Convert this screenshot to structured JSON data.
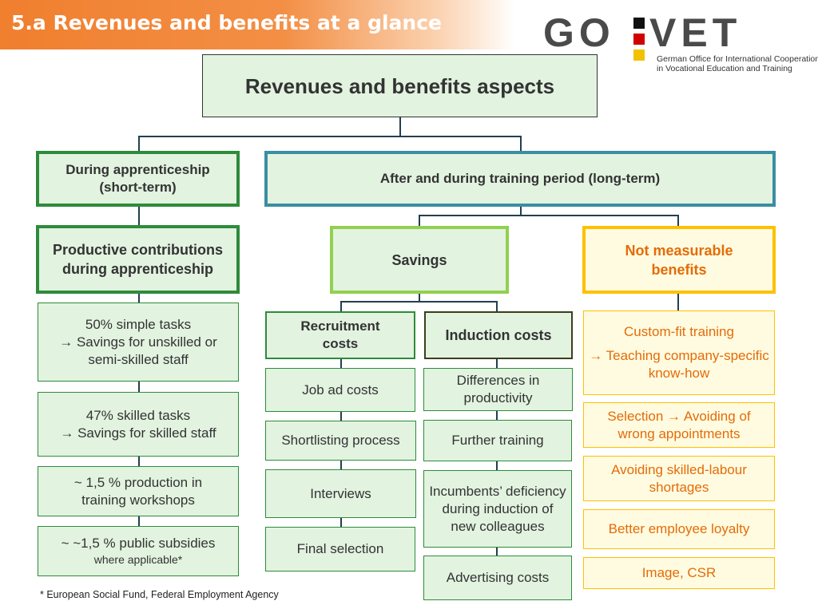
{
  "slide_title": "5.a  Revenues and benefits at a glance",
  "logo": {
    "text_left": "GO",
    "text_right": "VET",
    "org_line1": "German Office for International Cooperation",
    "org_line2": "in Vocational Education and Training"
  },
  "root": "Revenues and benefits aspects",
  "short_term": {
    "title": "During apprenticeship (short-term)",
    "sub_title": "Productive contributions during apprenticeship",
    "items": [
      {
        "line1": "50% simple tasks",
        "line2": "→ Savings for unskilled or semi-skilled staff"
      },
      {
        "line1": "47% skilled tasks",
        "line2": "→ Savings for skilled staff"
      },
      {
        "line1": "~ 1,5 % production in training workshops"
      },
      {
        "line1": "~ ~1,5 % public subsidies",
        "line2": "where applicable*"
      }
    ]
  },
  "long_term": {
    "title": "After and during training period (long-term)",
    "savings": "Savings",
    "not_measurable": "Not measurable benefits",
    "recruitment": {
      "title": "Recruitment costs",
      "items": [
        "Job ad costs",
        "Shortlisting process",
        "Interviews",
        "Final selection"
      ]
    },
    "induction": {
      "title": "Induction costs",
      "items": [
        "Differences in productivity",
        "Further training",
        "Incumbents’ deficiency during induction of new colleagues",
        "Advertising costs"
      ]
    },
    "benefits": [
      {
        "line1": "Custom-fit training",
        "line2": "→ Teaching company-specific know-how"
      },
      {
        "line1": "Selection → Avoiding of wrong appointments"
      },
      {
        "line1": "Avoiding skilled-labour shortages"
      },
      {
        "line1": "Better employee loyalty"
      },
      {
        "line1": "Image, CSR"
      }
    ]
  },
  "footnote": "* European Social Fund, Federal Employment Agency",
  "colors": {
    "banner_orange": "#f07f2e",
    "root_fill": "#e2f3e0",
    "dark_green": "#2e8b3a",
    "teal": "#3a8ea3",
    "light_green": "#92d050",
    "yellow": "#ffc000",
    "orange_text": "#e36c09",
    "pale_yellow_fill": "#fffbe0"
  }
}
